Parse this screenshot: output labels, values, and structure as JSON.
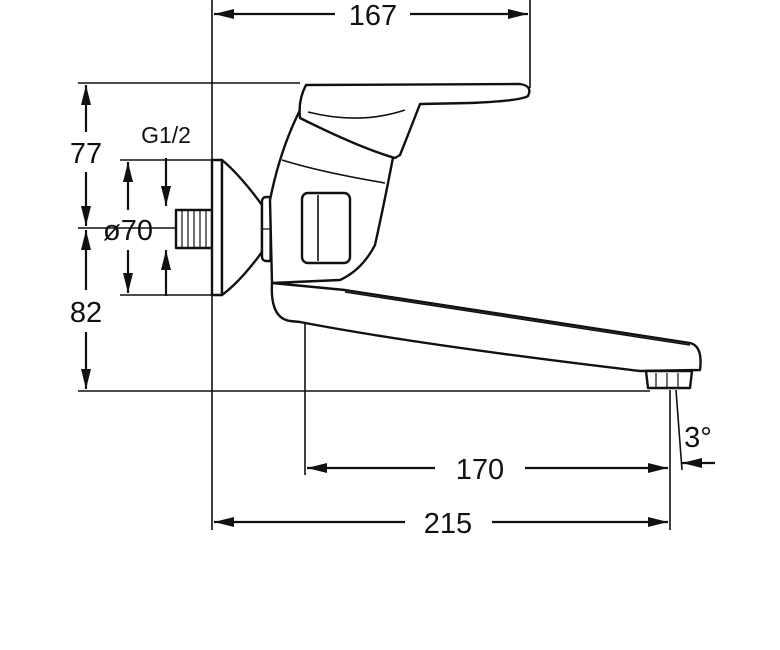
{
  "dimensions": {
    "top_width": "167",
    "upper_height": "77",
    "lower_height": "82",
    "thread": "G1/2",
    "flange_diameter": "ø70",
    "spout_reach": "170",
    "overall_reach": "215",
    "spout_angle": "3°"
  },
  "colors": {
    "line": "#111111",
    "background": "#ffffff"
  }
}
